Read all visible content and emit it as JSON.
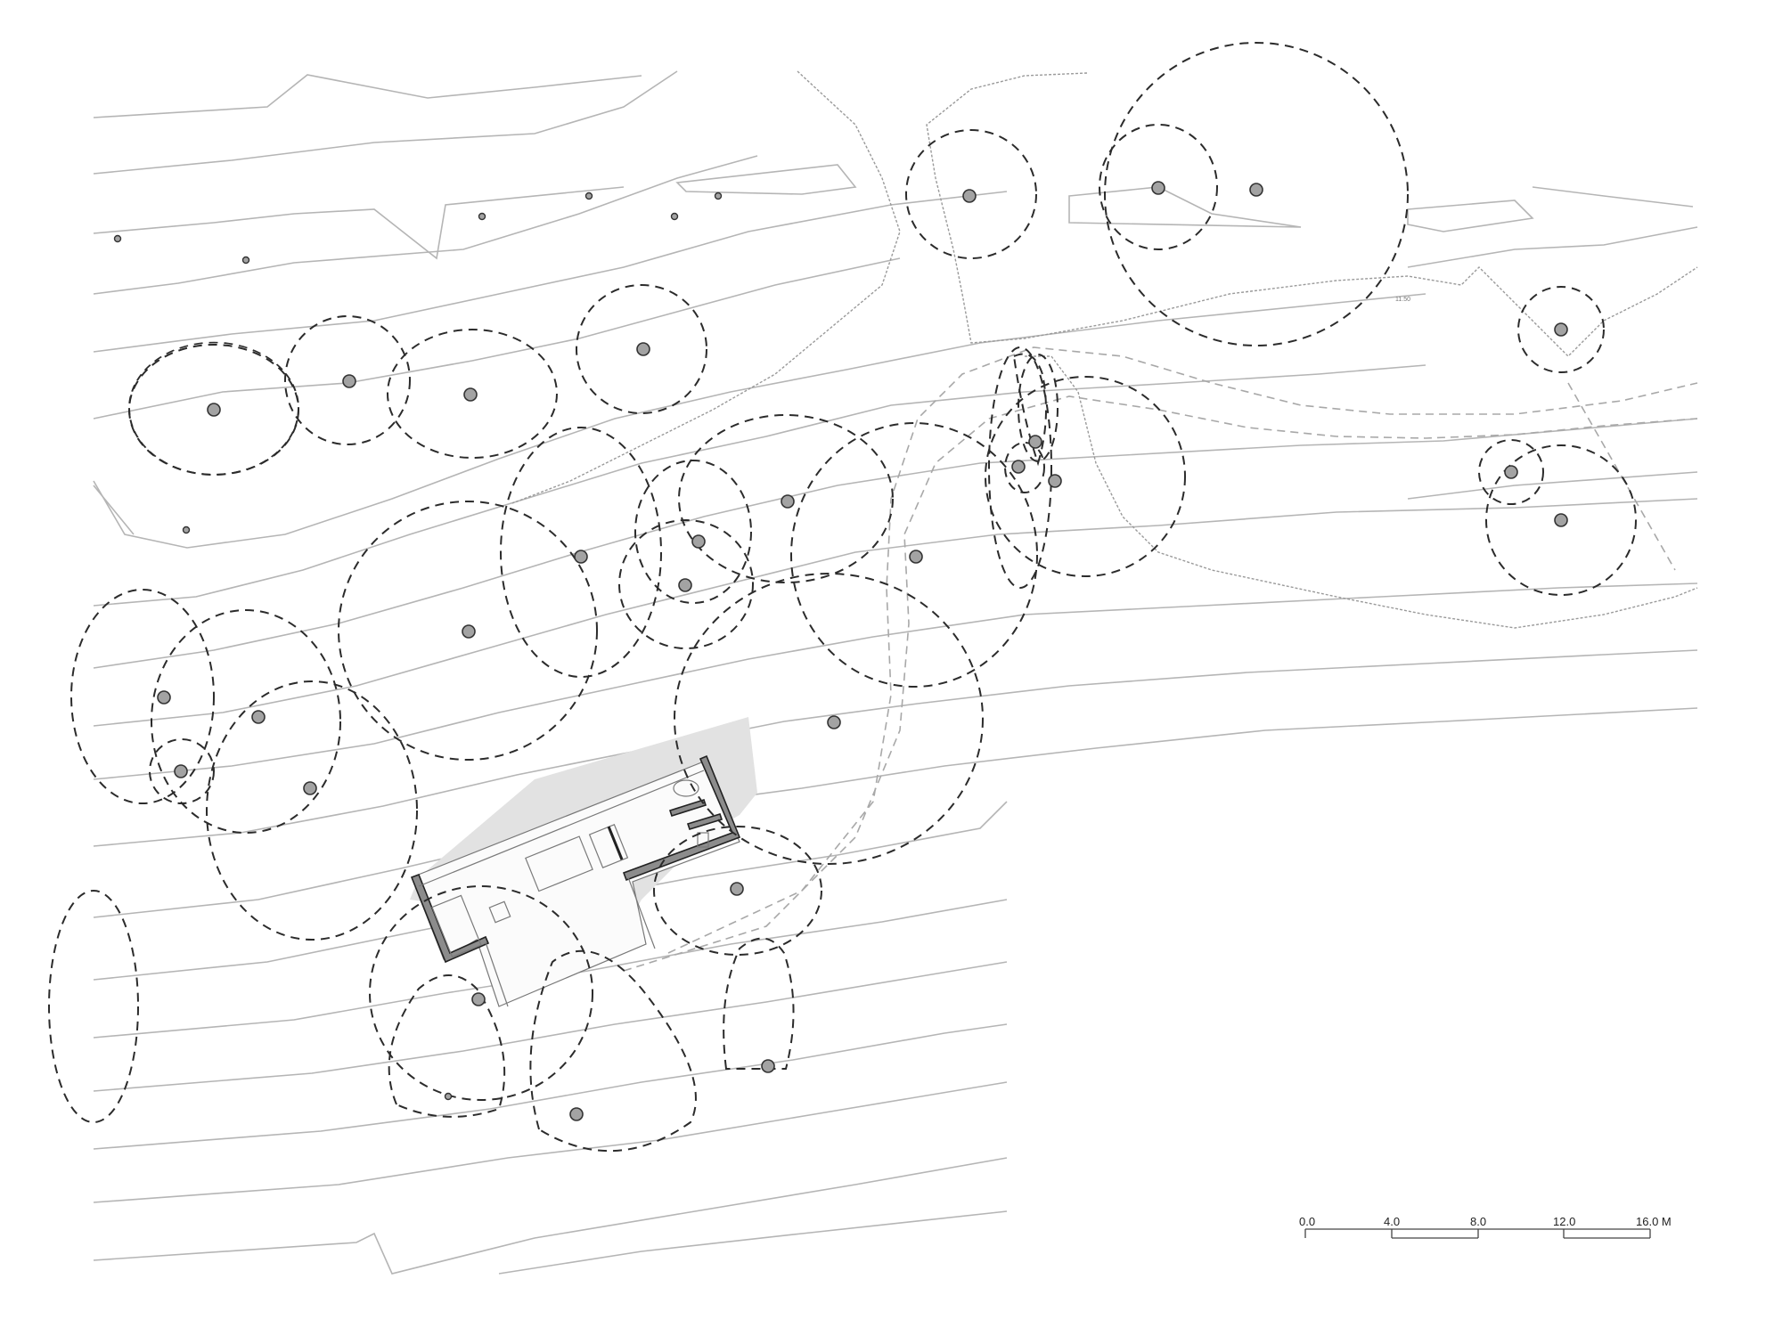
{
  "scale_bar": {
    "ticks": [
      "0.0",
      "4.0",
      "8.0",
      "12.0",
      "16.0 M"
    ]
  },
  "contour_label": "11.50",
  "colors": {
    "contour": "#b5b5b5",
    "canopy": "#2b2b2b",
    "trunk": "#a3a3a3",
    "shadow": "#e2e2e2",
    "wall": "#8c8c8c"
  }
}
